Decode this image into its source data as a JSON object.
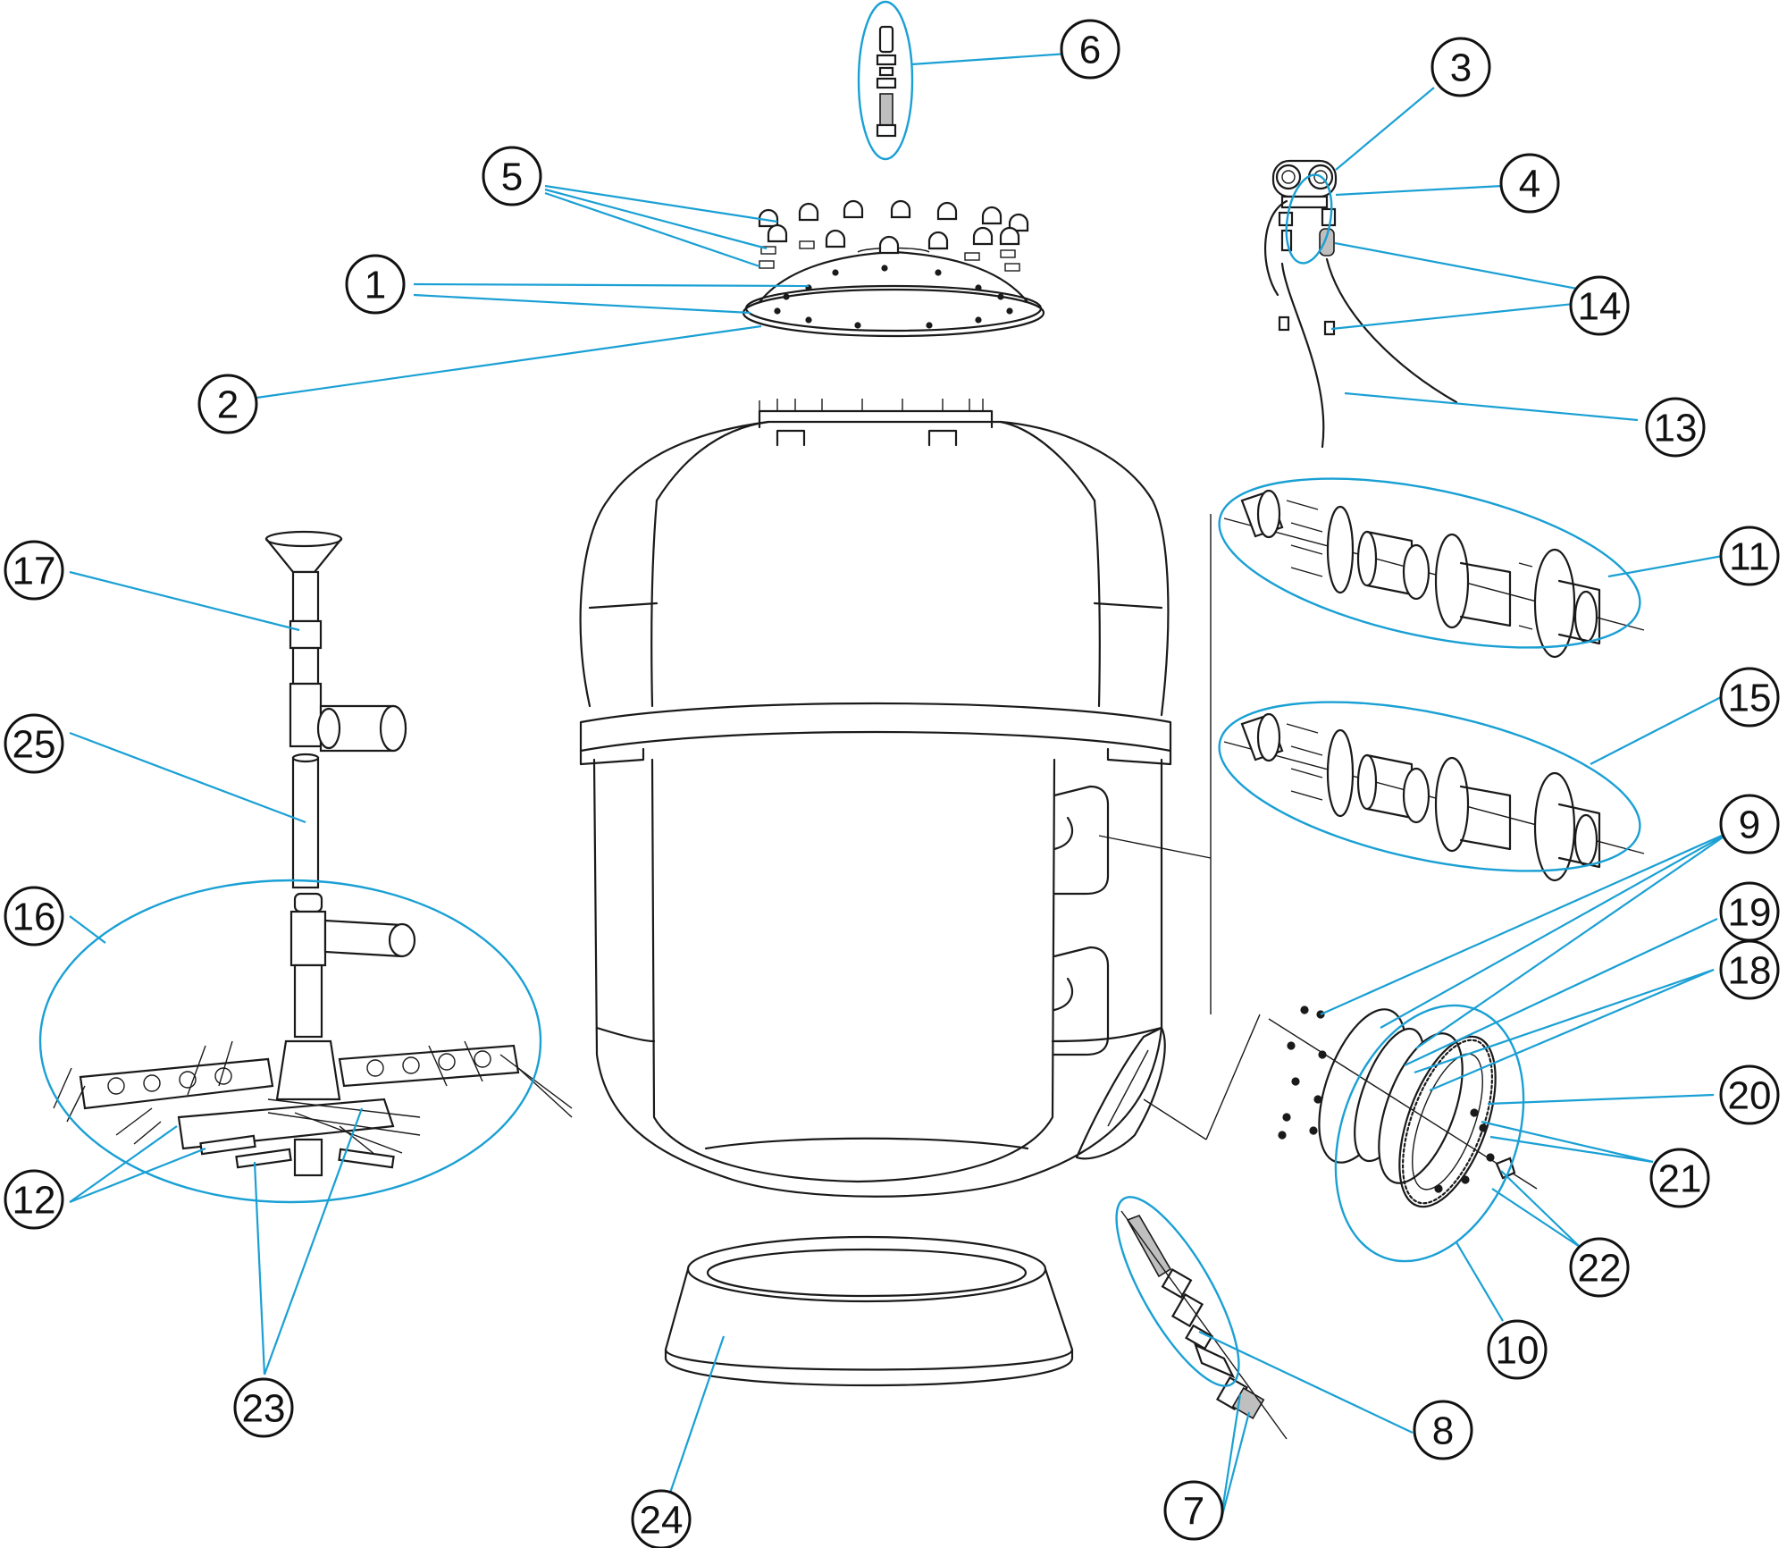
{
  "diagram": {
    "callouts": [
      "1",
      "2",
      "3",
      "4",
      "5",
      "6",
      "7",
      "8",
      "9",
      "10",
      "11",
      "12",
      "13",
      "14",
      "15",
      "16",
      "17",
      "18",
      "19",
      "20",
      "21",
      "22",
      "23",
      "24",
      "25"
    ],
    "colors": {
      "leader_line": "#1aa0d4",
      "line_art": "#1a1a1a",
      "balloon_outline": "#111111",
      "background": "#ffffff"
    }
  }
}
